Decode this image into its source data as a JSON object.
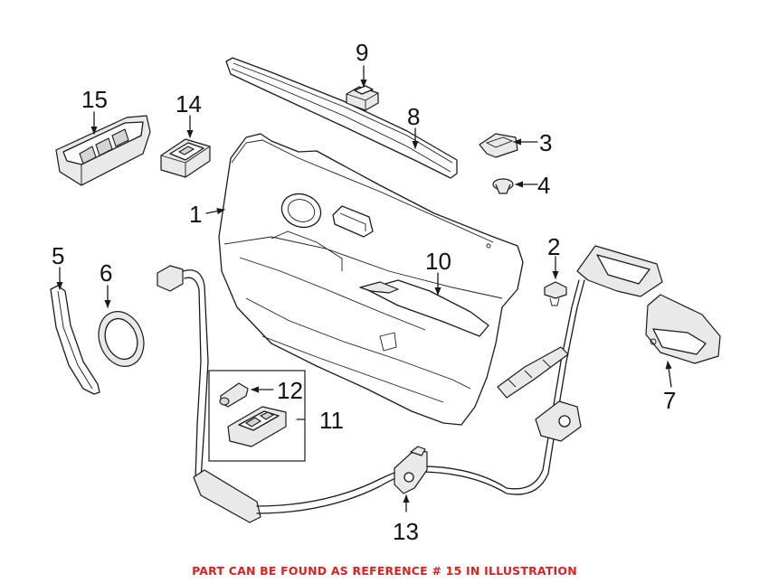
{
  "callouts": {
    "c1": "1",
    "c2": "2",
    "c3": "3",
    "c4": "4",
    "c5": "5",
    "c6": "6",
    "c7": "7",
    "c8": "8",
    "c9": "9",
    "c10": "10",
    "c11": "11",
    "c12": "12",
    "c13": "13",
    "c14": "14",
    "c15": "15"
  },
  "caption": "PART CAN BE FOUND AS REFERENCE # 15 IN ILLUSTRATION",
  "colors": {
    "caption": "#e02020",
    "lines": "#1a1a1a",
    "background": "#ffffff"
  }
}
